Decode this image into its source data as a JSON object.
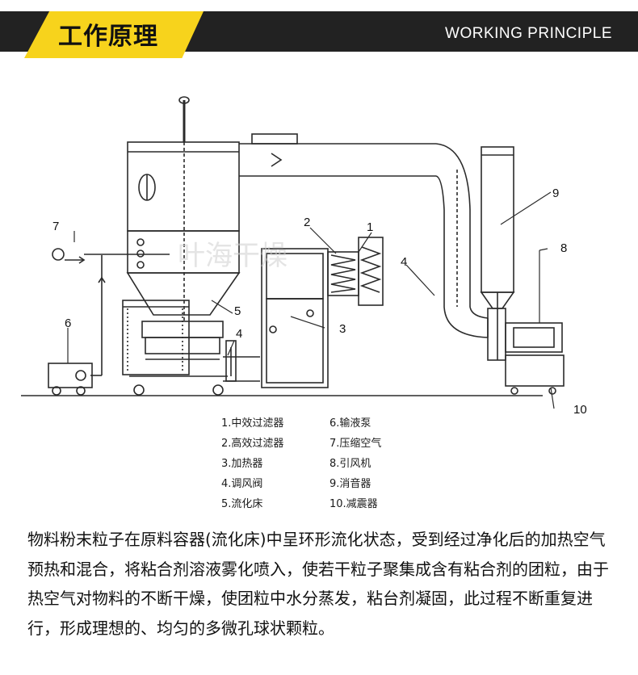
{
  "header": {
    "title_cn": "工作原理",
    "title_en": "WORKING PRINCIPLE",
    "accent_color": "#f7d31c",
    "bar_color": "#222222"
  },
  "diagram": {
    "watermark": "叶海干燥",
    "callouts": [
      "1",
      "2",
      "3",
      "4",
      "4",
      "5",
      "6",
      "7",
      "8",
      "9",
      "10"
    ]
  },
  "legend": {
    "left": [
      "1.中效过滤器",
      "2.高效过滤器",
      "3.加热器",
      "4.调风阀",
      "5.流化床"
    ],
    "right": [
      "6.输液泵",
      "7.压缩空气",
      "8.引风机",
      "9.消音器",
      "10.减震器"
    ]
  },
  "description": "物料粉末粒子在原料容器(流化床)中呈环形流化状态，受到经过净化后的加热空气预热和混合，将粘合剂溶液雾化喷入，使若干粒子聚集成含有粘合剂的团粒，由于热空气对物料的不断干燥，使团粒中水分蒸发，粘台剂凝固，此过程不断重复进行，形成理想的、均匀的多微孔球状颗粒。"
}
